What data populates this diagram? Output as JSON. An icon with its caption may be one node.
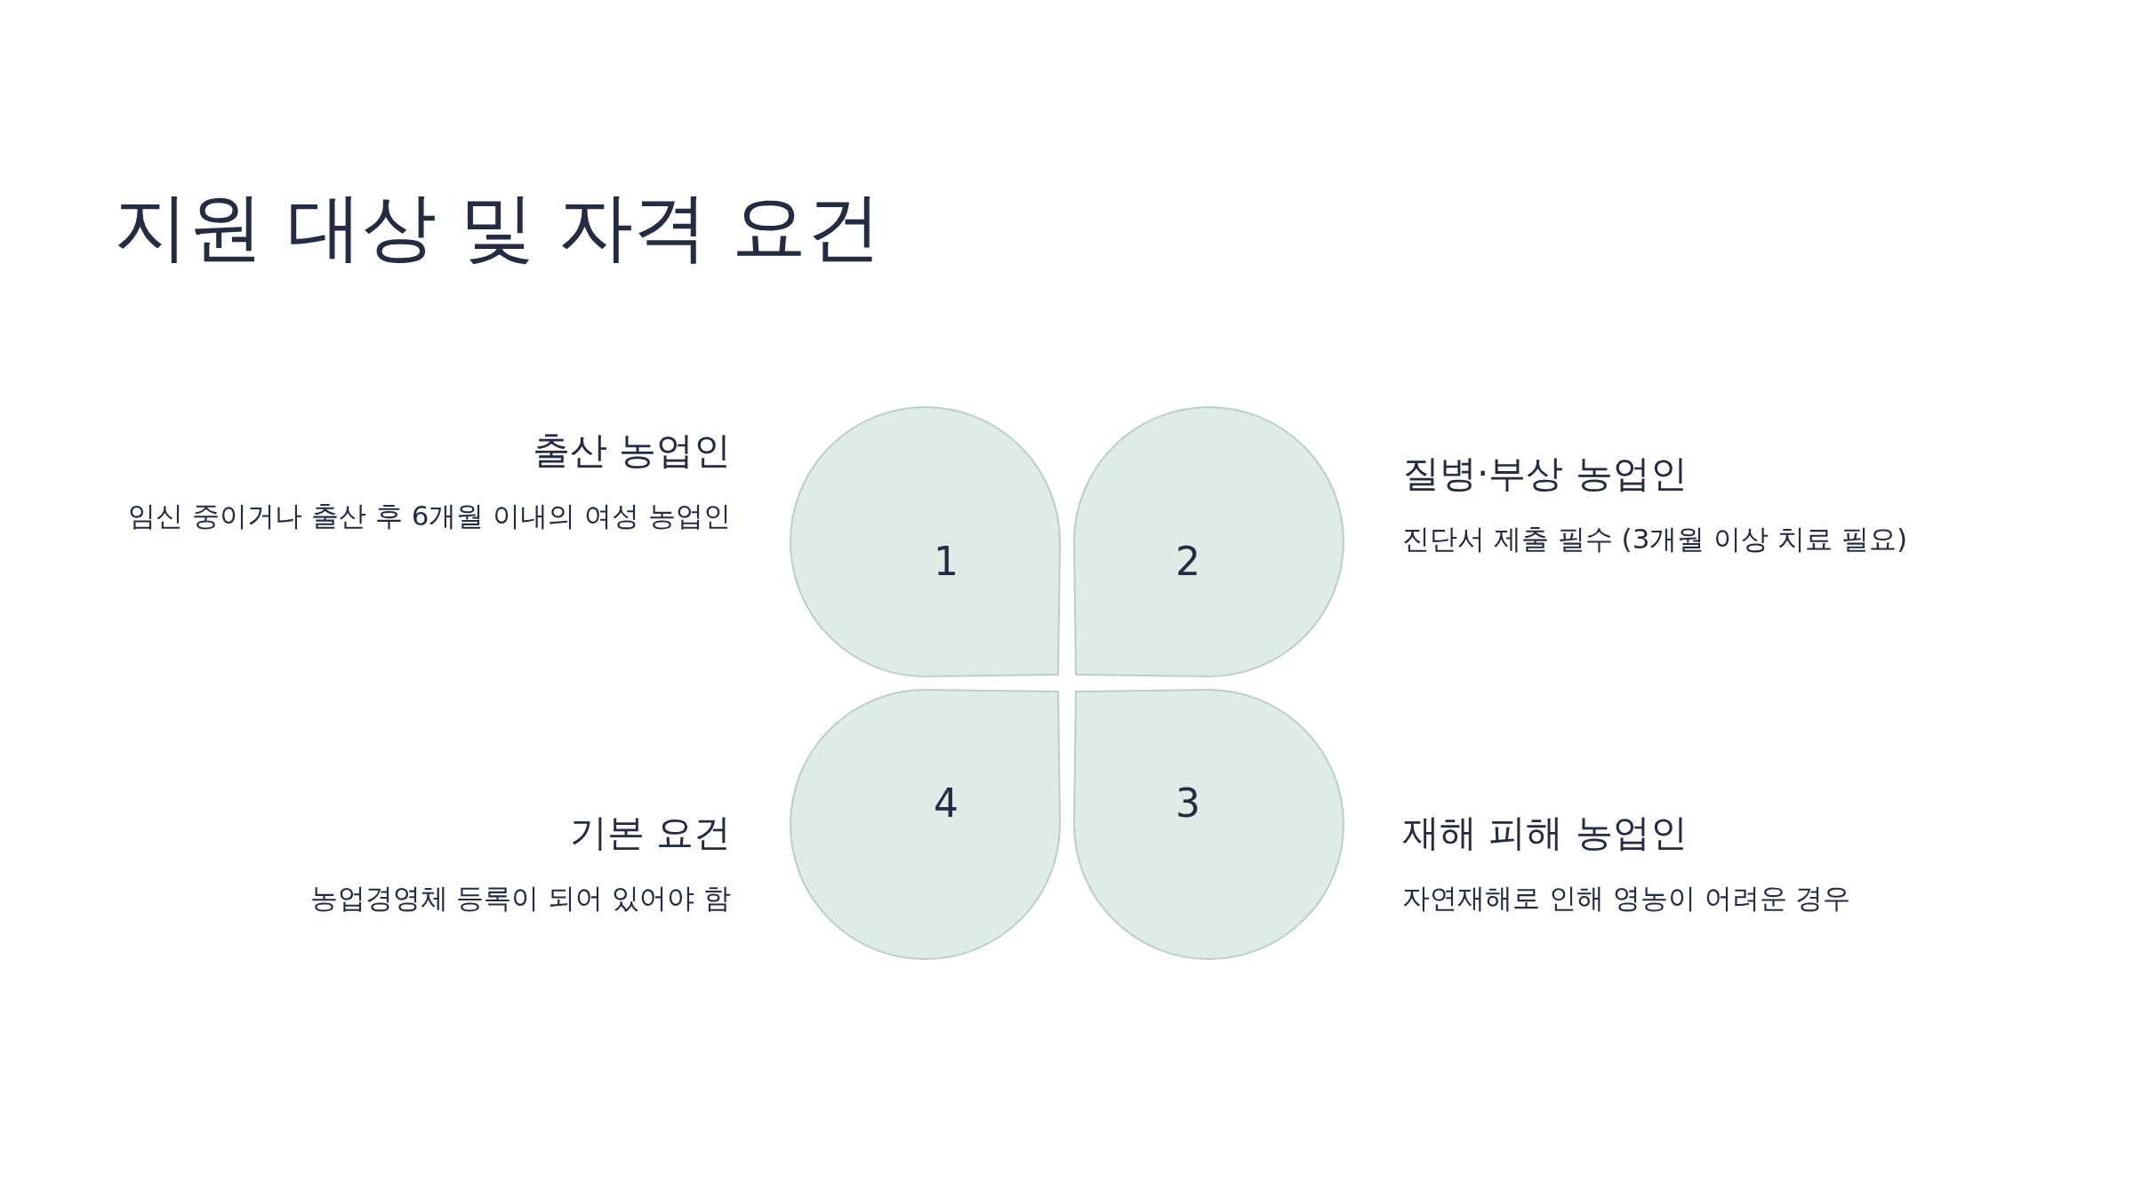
{
  "diagram": {
    "title": "지원 대상 및 자격 요건",
    "nodes": [
      {
        "text": [
          "1"
        ],
        "beside": [
          "출산 농업인",
          "임신 중이거나 출산 후 6개월 이내의 여성 농업인"
        ]
      },
      {
        "text": [
          "2"
        ],
        "beside": [
          "질병·부상 농업인",
          "진단서 제출 필수 (3개월 이상 치료 필요)"
        ]
      },
      {
        "text": [
          "4"
        ],
        "beside": [
          "기본 요건",
          "농업경영체 등록이 되어 있어야 함"
        ]
      },
      {
        "text": [
          "3"
        ],
        "beside": [
          "재해 피해 농업인",
          "자연재해로 인해 영농이 어려운 경우"
        ]
      }
    ]
  }
}
